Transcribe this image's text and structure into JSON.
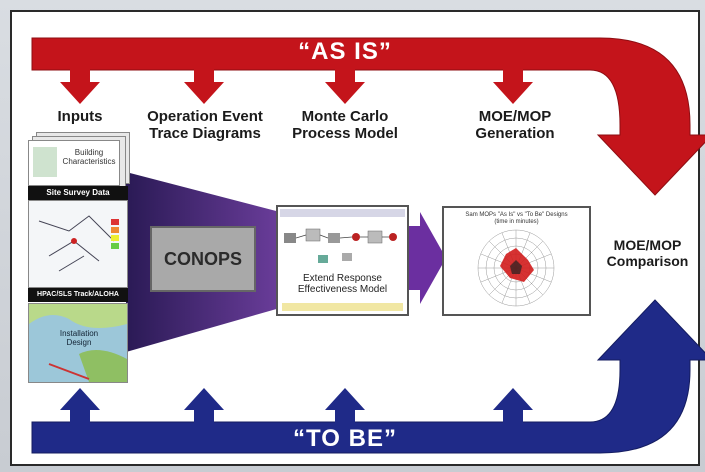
{
  "colors": {
    "as_is_arrow": "#c4141b",
    "to_be_arrow": "#1f2a88",
    "funnel": "#4a2a7a",
    "purple_arrow": "#6b2fa0"
  },
  "as_is": {
    "label": "“AS IS”"
  },
  "to_be": {
    "label": "“TO BE”"
  },
  "stages": {
    "inputs": "Inputs",
    "oetd": "Operation Event\nTrace Diagrams",
    "monte_carlo": "Monte Carlo\nProcess Model",
    "moe_gen": "MOE/MOP\nGeneration"
  },
  "comparison": "MOE/MOP\nComparison",
  "inputs_docs": {
    "building": "Building\nCharacteristics",
    "site_survey": "Site Survey Data",
    "hpac": "HPAC/SLS Track/ALOHA",
    "installation": "Installation\nDesign"
  },
  "conops": "CONOPS",
  "model_box": {
    "caption": "Extend Response\nEffectiveness Model"
  },
  "radar_box": {
    "caption": "Sam MOPs \"As Is\" vs \"To Be\" Designs\n(time in minutes)"
  }
}
